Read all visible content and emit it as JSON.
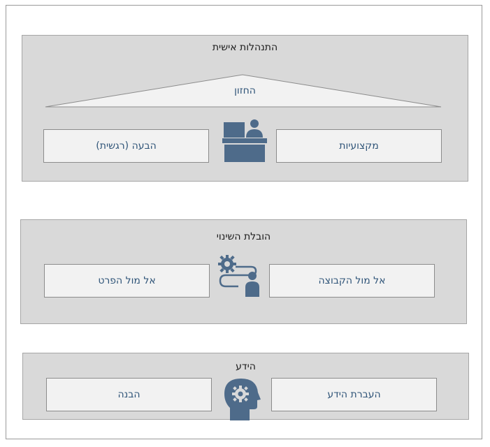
{
  "sections": {
    "personal": {
      "title": "התנהלות אישית",
      "roof_label": "החזון",
      "left_box": "הבעה (רגשית)",
      "right_box": "מקצועיות",
      "icon": "desk-person-icon"
    },
    "change": {
      "title": "הובלת השינוי",
      "left_box": "אל מול הפרט",
      "right_box": "אל מול הקבוצה",
      "icon": "gear-path-person-icon"
    },
    "knowledge": {
      "title": "הידע",
      "left_box": "הבנה",
      "right_box": "העברת הידע",
      "icon": "head-gear-icon"
    }
  },
  "colors": {
    "panel_bg": "#d9d9d9",
    "box_bg": "#f2f2f2",
    "label_text": "#2f5478",
    "icon_fill": "#4e6b8a"
  }
}
